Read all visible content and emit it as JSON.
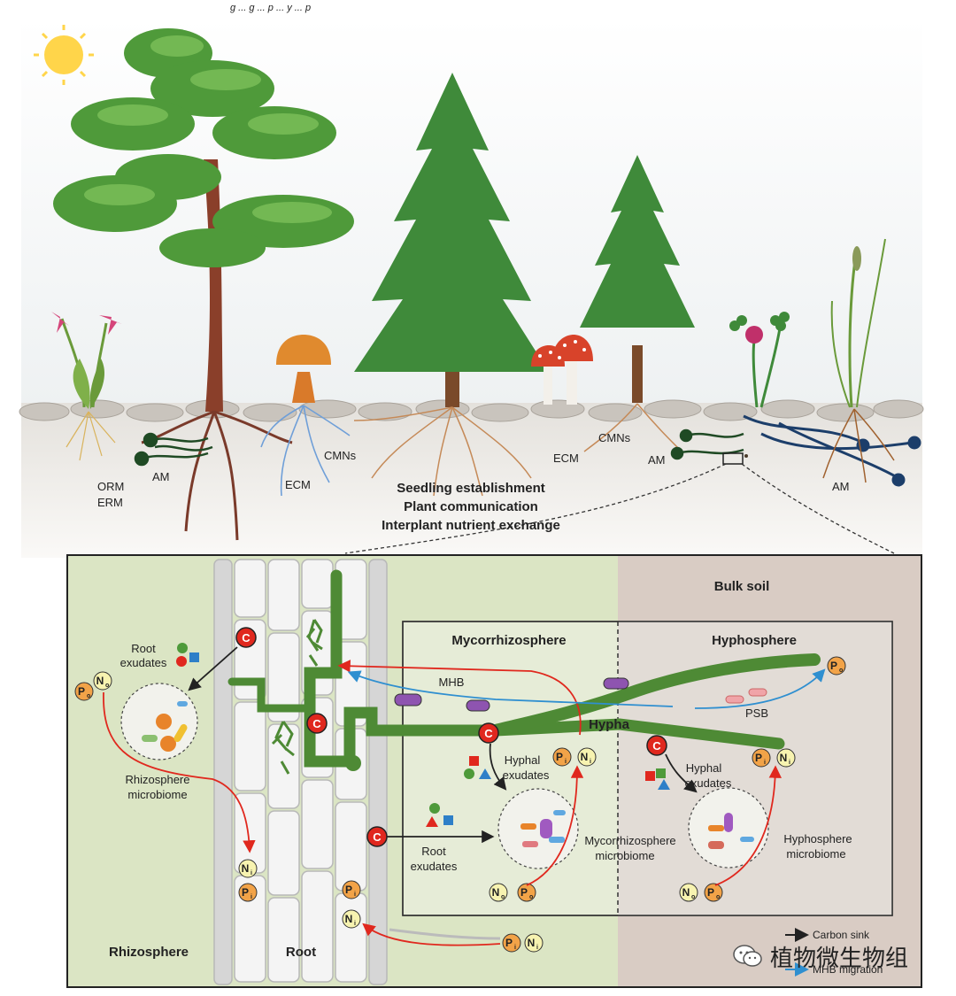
{
  "caption_fragment": "g  ...  g  ...  p  ...  y  ...  p",
  "top": {
    "labels": {
      "orm": "ORM",
      "erm": "ERM",
      "am_left": "AM",
      "ecm_left": "ECM",
      "cmns_left": "CMNs",
      "cmns_right": "CMNs",
      "ecm_right": "ECM",
      "am_mid": "AM",
      "am_right": "AM"
    },
    "center_lines": [
      "Seedling establishment",
      "Plant communication",
      "Interplant nutrient exchange"
    ]
  },
  "inset": {
    "zones": {
      "rhizosphere": "Rhizosphere",
      "root": "Root",
      "bulk_soil": "Bulk soil",
      "mycorrhizosphere": "Mycorrhizosphere",
      "hyphosphere": "Hyphosphere",
      "hypha": "Hypha"
    },
    "labels": {
      "root_exudates_top_1": "Root",
      "root_exudates_top_2": "exudates",
      "rhizo_micro_1": "Rhizosphere",
      "rhizo_micro_2": "microbiome",
      "mhb": "MHB",
      "psb": "PSB",
      "hyphal_exudates_1_a": "Hyphal",
      "hyphal_exudates_1_b": "exudates",
      "hyphal_exudates_2_a": "Hyphal",
      "hyphal_exudates_2_b": "exudates",
      "root_exudates_bottom_1": "Root",
      "root_exudates_bottom_2": "exudates",
      "myco_micro_1": "Mycorrhizosphere",
      "myco_micro_2": "microbiome",
      "hypho_micro_1": "Hyphosphere",
      "hypho_micro_2": "microbiome"
    },
    "symbols": {
      "carbon": "C",
      "p_letter": "P",
      "n_letter": "N",
      "sub_o": "o",
      "sub_i": "i"
    },
    "legend": {
      "carbon_sink": "Carbon sink",
      "mhb_migration": "MHB migration"
    }
  },
  "watermark": "植物微生物组",
  "colors": {
    "carbon_red": "#e0281e",
    "hypha_green": "#4e8a35",
    "rhizosphere_bg": "#dbe5c4",
    "bulk_soil_bg": "#d9ccc4",
    "mhb_blue": "#2f8fd0",
    "ecm_blue": "#6f9fd8",
    "root_brown": "#a0612e",
    "am_dark": "#1f4a24"
  }
}
